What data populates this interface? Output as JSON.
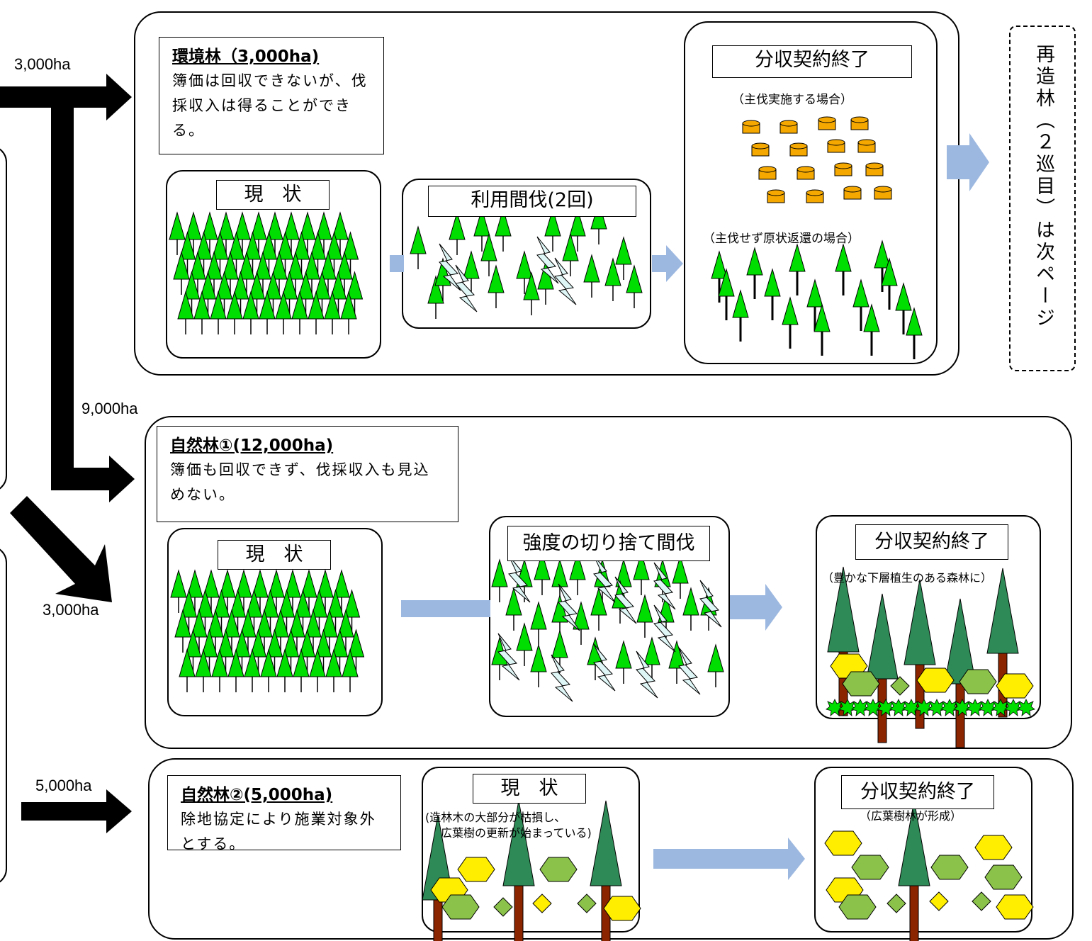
{
  "amounts": {
    "a1": "3,000ha",
    "a2": "9,000ha",
    "a3": "3,000ha",
    "a4": "5,000ha"
  },
  "env": {
    "title": "環境林（3,000ha)",
    "desc": "簿価は回収できないが、伐採収入は得ることができる。",
    "current": "現　状",
    "thinning": "利用間伐(2回)",
    "end": "分収契約終了",
    "note1": "（主伐実施する場合）",
    "note2": "（主伐せず原状返還の場合）"
  },
  "nat1": {
    "title": "自然林①(12,000ha)",
    "desc": "簿価も回収できず、伐採収入も見込めない。",
    "current": "現　状",
    "thinning": "強度の切り捨て間伐",
    "end": "分収契約終了",
    "note": "（豊かな下層植生のある森林に）"
  },
  "nat2": {
    "title": "自然林②(5,000ha)",
    "desc": "除地協定により施業対象外とする。",
    "current": "現　状",
    "current_note1": "(造林木の大部分が枯損し、",
    "current_note2": "広葉樹の更新が始まっている)",
    "end": "分収契約終了",
    "note": "（広葉樹林が形成）"
  },
  "reforest": "再造林（２巡目）は次ページ",
  "colors": {
    "conifer": "#00dd00",
    "dark_conifer": "#2e8b57",
    "trunk": "#8b2500",
    "yellow": "#ffee00",
    "light_green": "#8bc34a",
    "log": "#f5a800",
    "flow_arrow": "#9db8e0"
  }
}
